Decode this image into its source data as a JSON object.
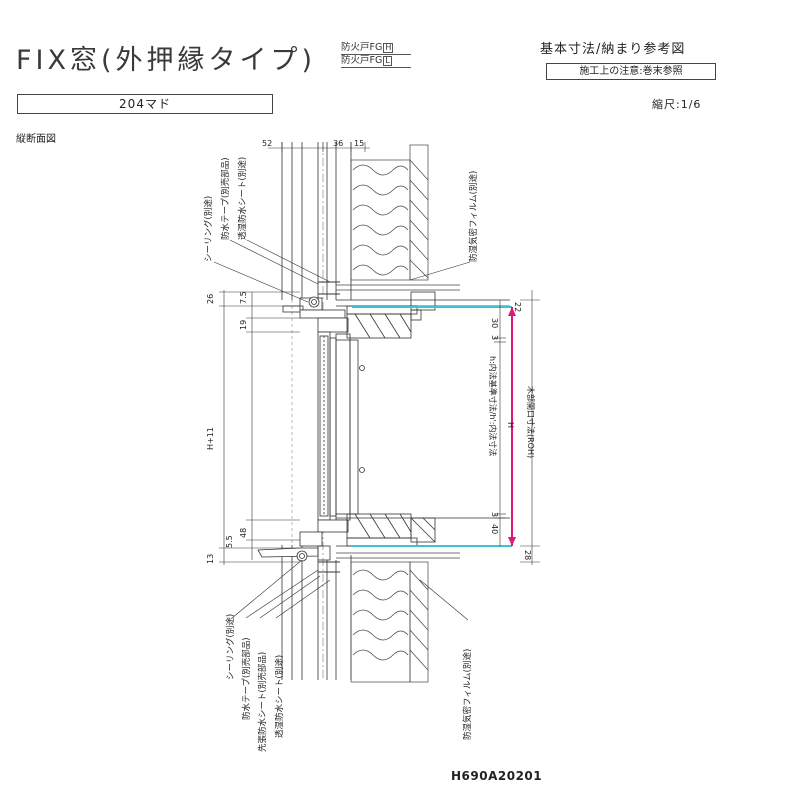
{
  "header": {
    "title": "FIX窓(外押縁タイプ)",
    "badges": [
      {
        "label": "防火戸FG",
        "mark": "H"
      },
      {
        "label": "防火戸FG",
        "mark": "L"
      }
    ],
    "reference_title": "基本寸法/納まり参考図",
    "construction_note": "施工上の注意:巻末参照",
    "model": "204マド",
    "scale": "縮尺:1/6",
    "view_label": "縦断面図"
  },
  "diagram": {
    "top_dims": [
      "52",
      "36",
      "15"
    ],
    "left_dims": [
      "26",
      "7.5",
      "19",
      "H+11",
      "48",
      "5.5",
      "13"
    ],
    "right_dims": [
      "22",
      "30",
      "3",
      "3",
      "40",
      "28"
    ],
    "top_callouts": [
      "シーリング(別途)",
      "防水テープ(別売部品)",
      "透湿防水シート(別途)"
    ],
    "top_right_callout": "防湿気密フィルム(別途)",
    "bottom_callouts": [
      "シーリング(別途)",
      "防水テープ(別売部品)",
      "先張防水シート(別売部品)",
      "透湿防水シート(別途)"
    ],
    "bottom_right_callout": "防湿気密フィルム(別途)",
    "opening_labels": [
      "h:内法基準寸法/h':内法寸法",
      "H",
      "木部開口寸法(ROH)"
    ],
    "colors": {
      "cyan": "#3cc3d0",
      "magenta": "#e0157a",
      "line": "#333333"
    }
  },
  "footer": {
    "drawing_code": "H690A20201"
  }
}
